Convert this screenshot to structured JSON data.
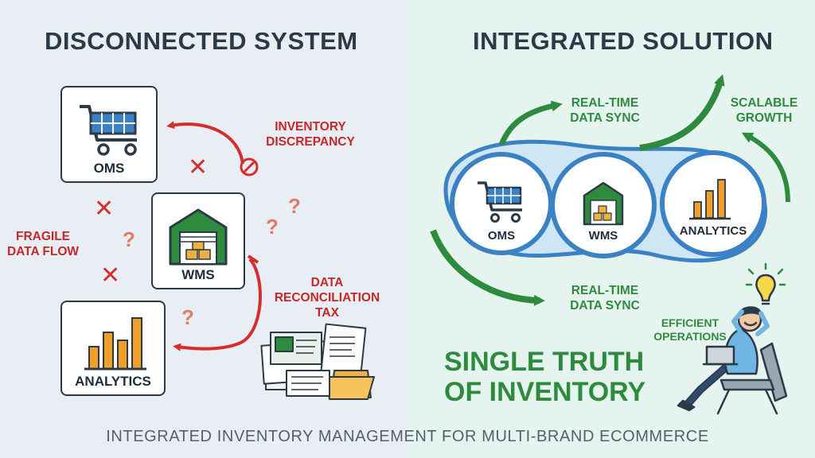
{
  "left": {
    "title": "DISCONNECTED SYSTEM",
    "oms_label": "OMS",
    "wms_label": "WMS",
    "analytics_label": "ANALYTICS",
    "inventory_discrepancy": "INVENTORY\nDISCREPANCY",
    "fragile_data_flow": "FRAGILE\nDATA FLOW",
    "data_reconciliation_tax": "DATA\nRECONCILIATION\nTAX",
    "x_mark": "✕",
    "question_mark": "?"
  },
  "right": {
    "title": "INTEGRATED SOLUTION",
    "oms_label": "OMS",
    "wms_label": "WMS",
    "analytics_label": "ANALYTICS",
    "real_time_sync_top": "REAL-TIME\nDATA SYNC",
    "real_time_sync_bottom": "REAL-TIME\nDATA SYNC",
    "scalable_growth": "SCALABLE\nGROWTH",
    "efficient_operations": "EFFICIENT\nOPERATIONS",
    "single_truth": "SINGLE TRUTH\nOF INVENTORY"
  },
  "footer": "INTEGRATED INVENTORY MANAGEMENT FOR MULTI-BRAND ECOMMERCE",
  "colors": {
    "red": "#c62828",
    "green": "#2e8b3e",
    "blue": "#3b82c4",
    "orange": "#f0a028",
    "dark": "#2b3a48"
  }
}
